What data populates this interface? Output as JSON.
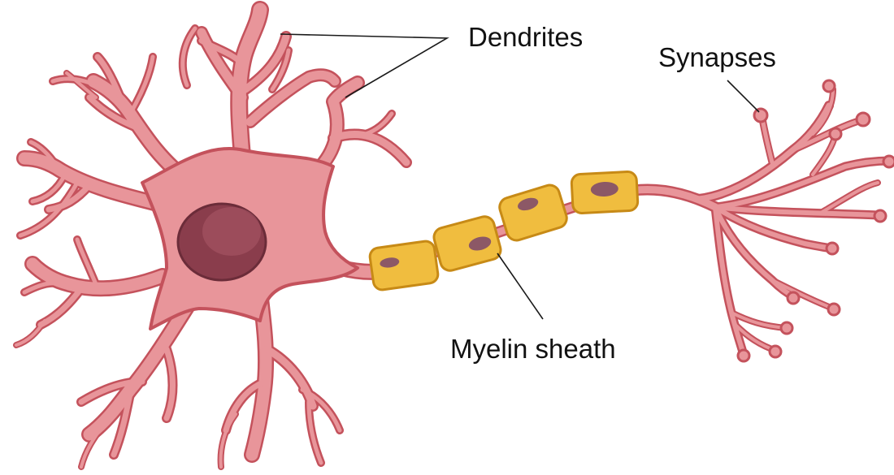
{
  "diagram": {
    "labels": {
      "dendrites": "Dendrites",
      "synapses": "Synapses",
      "myelin": "Myelin sheath"
    },
    "colors": {
      "cell_fill": "#e8959a",
      "cell_outline": "#c4525c",
      "nucleus_fill": "#8a3d4c",
      "nucleus_highlight": "#a45362",
      "myelin_fill": "#f0bd3f",
      "myelin_outline": "#c78a16",
      "myelin_nucleus": "#8c5866",
      "background": "#ffffff"
    },
    "icons": {
      "neuron": "neuron-illustration"
    }
  }
}
